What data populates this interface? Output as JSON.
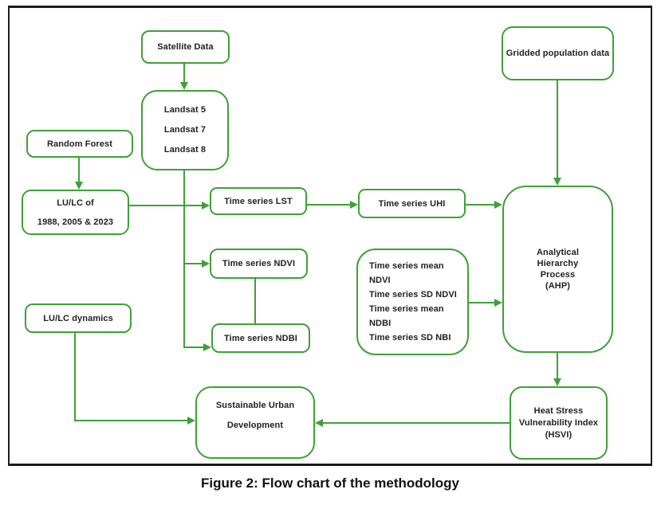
{
  "figure": {
    "caption": "Figure 2: Flow chart of the methodology"
  },
  "colors": {
    "accent_green": "#3fa037",
    "frame_black": "#1c1c1c",
    "text": "#1f1f1f"
  },
  "diagram": {
    "type": "flowchart",
    "nodes": {
      "satellite_data": {
        "label": "Satellite Data"
      },
      "gridded_population": {
        "label": "Gridded population data"
      },
      "landsat": {
        "lines": [
          "Landsat 5",
          "Landsat 7",
          "Landsat 8"
        ]
      },
      "random_forest": {
        "label": "Random Forest"
      },
      "lulc_of": {
        "lines": [
          "LU/LC of",
          "1988, 2005 & 2023"
        ]
      },
      "ts_lst": {
        "label": "Time series LST"
      },
      "ts_uhi": {
        "label": "Time series UHI"
      },
      "ahp": {
        "lines": [
          "Analytical",
          "Hierarchy",
          "Process",
          "(AHP)"
        ]
      },
      "ts_ndvi": {
        "label": "Time series NDVI"
      },
      "ts_ndbi": {
        "label": "Time series NDBI"
      },
      "ts_stats": {
        "lines": [
          "Time series mean NDVI",
          "Time series SD NDVI",
          "Time series mean NDBI",
          "Time series SD NBI"
        ]
      },
      "lulc_dynamics": {
        "label": "LU/LC dynamics"
      },
      "sud": {
        "lines": [
          "Sustainable Urban",
          "Development"
        ]
      },
      "hsvi": {
        "lines": [
          "Heat Stress",
          "Vulnerability Index",
          "(HSVI)"
        ]
      }
    },
    "edges": [
      {
        "from": "satellite_data",
        "to": "landsat"
      },
      {
        "from": "gridded_population",
        "to": "ahp"
      },
      {
        "from": "random_forest",
        "to": "lulc_of"
      },
      {
        "from": "lulc_of",
        "to": "ts_lst"
      },
      {
        "from": "landsat",
        "to": "ts_ndvi"
      },
      {
        "from": "landsat",
        "to": "ts_ndbi"
      },
      {
        "from": "ts_lst",
        "to": "ts_uhi"
      },
      {
        "from": "ts_uhi",
        "to": "ahp"
      },
      {
        "from": "ts_ndvi",
        "to": "ts_ndbi"
      },
      {
        "from": "ts_stats",
        "to": "ahp"
      },
      {
        "from": "ahp",
        "to": "hsvi"
      },
      {
        "from": "hsvi",
        "to": "sud"
      },
      {
        "from": "lulc_dynamics",
        "to": "sud"
      }
    ]
  }
}
